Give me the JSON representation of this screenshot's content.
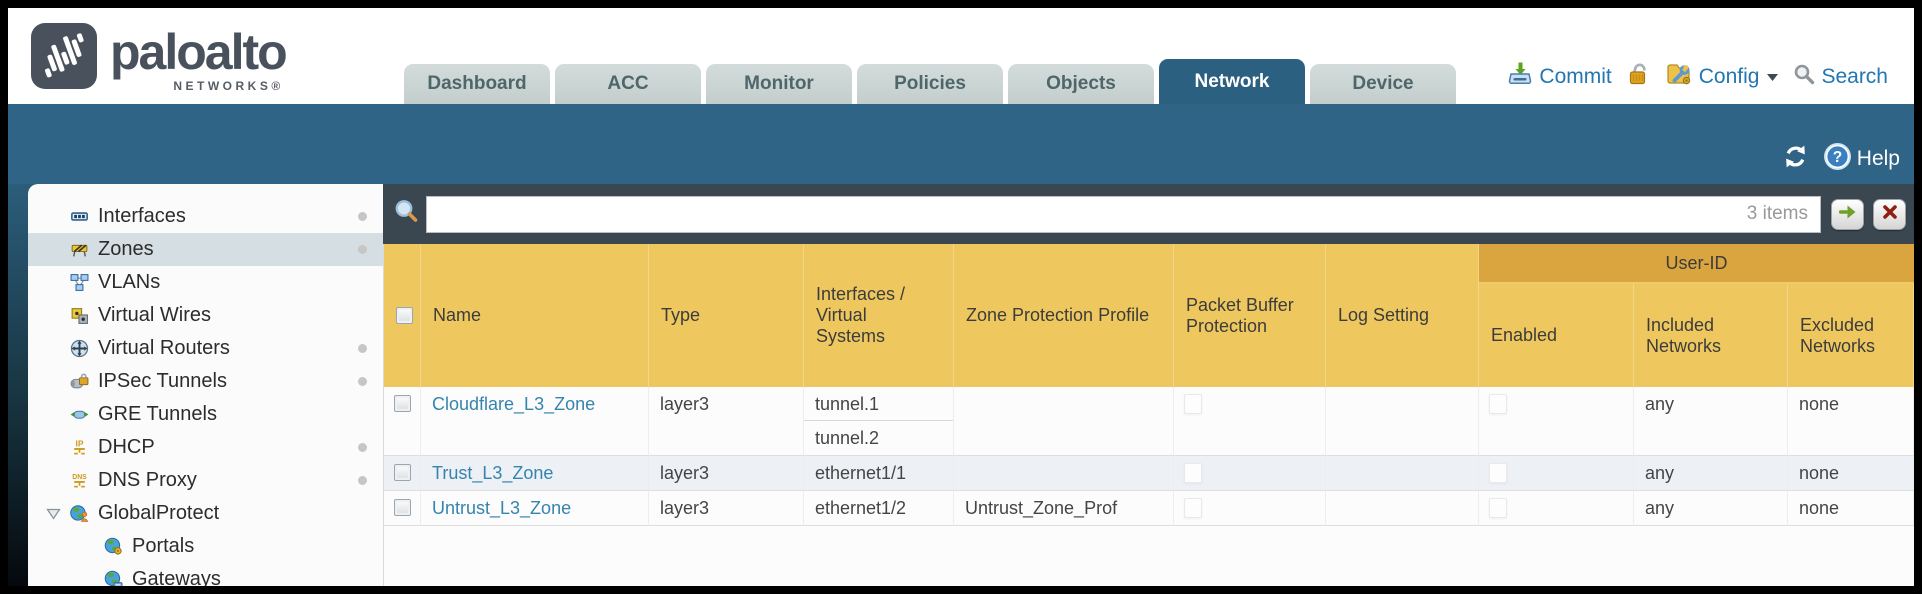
{
  "brand": {
    "name": "paloalto",
    "sub": "NETWORKS®"
  },
  "tabs": {
    "items": [
      {
        "label": "Dashboard"
      },
      {
        "label": "ACC"
      },
      {
        "label": "Monitor"
      },
      {
        "label": "Policies"
      },
      {
        "label": "Objects"
      },
      {
        "label": "Network",
        "active": true
      },
      {
        "label": "Device"
      }
    ]
  },
  "top_actions": {
    "commit": "Commit",
    "config": "Config",
    "search": "Search"
  },
  "band": {
    "help": "Help"
  },
  "filter": {
    "count": "3 items"
  },
  "sidebar": {
    "items": [
      {
        "label": "Interfaces",
        "dot": true
      },
      {
        "label": "Zones",
        "dot": true,
        "selected": true
      },
      {
        "label": "VLANs"
      },
      {
        "label": "Virtual Wires"
      },
      {
        "label": "Virtual Routers",
        "dot": true
      },
      {
        "label": "IPSec Tunnels",
        "dot": true
      },
      {
        "label": "GRE Tunnels"
      },
      {
        "label": "DHCP",
        "dot": true
      },
      {
        "label": "DNS Proxy",
        "dot": true
      },
      {
        "label": "GlobalProtect",
        "expanded": true
      },
      {
        "label": "Portals",
        "child": true
      },
      {
        "label": "Gateways",
        "child": true
      }
    ]
  },
  "table": {
    "group_header": "User-ID",
    "columns": [
      "Name",
      "Type",
      "Interfaces /\nVirtual\nSystems",
      "Zone Protection Profile",
      "Packet Buffer Protection",
      "Log Setting",
      "Enabled",
      "Included Networks",
      "Excluded Networks"
    ],
    "rows": [
      {
        "name": "Cloudflare_L3_Zone",
        "type": "layer3",
        "interfaces": [
          "tunnel.1",
          "tunnel.2"
        ],
        "zone_protection_profile": "",
        "log_setting": "",
        "included_networks": "any",
        "excluded_networks": "none"
      },
      {
        "name": "Trust_L3_Zone",
        "type": "layer3",
        "interfaces": [
          "ethernet1/1"
        ],
        "zone_protection_profile": "",
        "log_setting": "",
        "included_networks": "any",
        "excluded_networks": "none"
      },
      {
        "name": "Untrust_L3_Zone",
        "type": "layer3",
        "interfaces": [
          "ethernet1/2"
        ],
        "zone_protection_profile": "Untrust_Zone_Prof",
        "log_setting": "",
        "included_networks": "any",
        "excluded_networks": "none"
      }
    ]
  },
  "colors": {
    "teal_band": "#2f6486",
    "active_tab": "#2c6080",
    "header_gold": "#eec85e",
    "group_gold": "#daa43e",
    "link_blue": "#3584ad",
    "action_blue": "#2277b2",
    "filter_bar": "#3b4750"
  }
}
